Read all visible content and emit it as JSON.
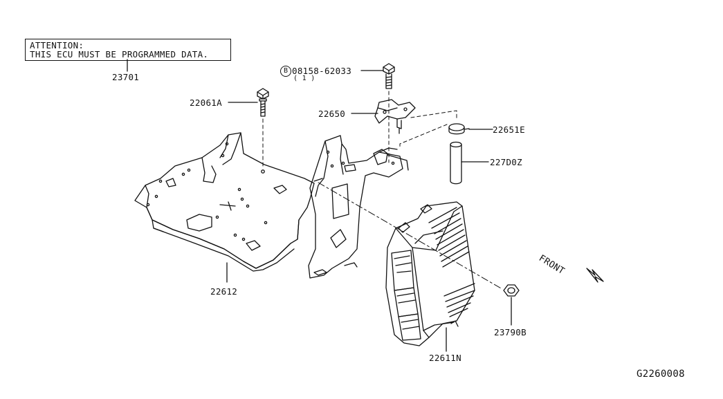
{
  "notice": {
    "line1": "ATTENTION:",
    "line2": "THIS ECU MUST BE PROGRAMMED DATA."
  },
  "callouts": {
    "notice_label": "23701",
    "bolt_b": "08158-62033",
    "bolt_b_marker": "B",
    "bolt_b_qty": "( 1 )",
    "bolt_left": "22061A",
    "sensor": "22650",
    "clip": "22651E",
    "tube": "227D0Z",
    "bracket": "22612",
    "ecu": "22611N",
    "nut": "23790B"
  },
  "front_label": "FRONT",
  "diagram_code": "G2260008"
}
